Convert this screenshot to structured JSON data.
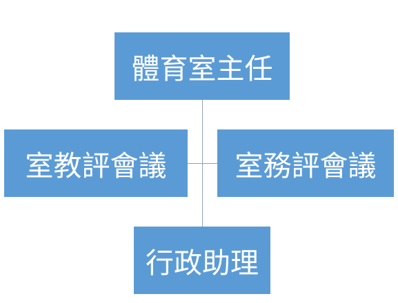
{
  "colors": {
    "box_fill": "#5b9bd5",
    "box_text": "#ffffff",
    "connector": "#8fa3b8",
    "background": "#ffffff"
  },
  "nodes": {
    "top": {
      "label": "體育室主任"
    },
    "left": {
      "label": "室教評會議"
    },
    "right": {
      "label": "室務評會議"
    },
    "bottom": {
      "label": "行政助理"
    }
  }
}
